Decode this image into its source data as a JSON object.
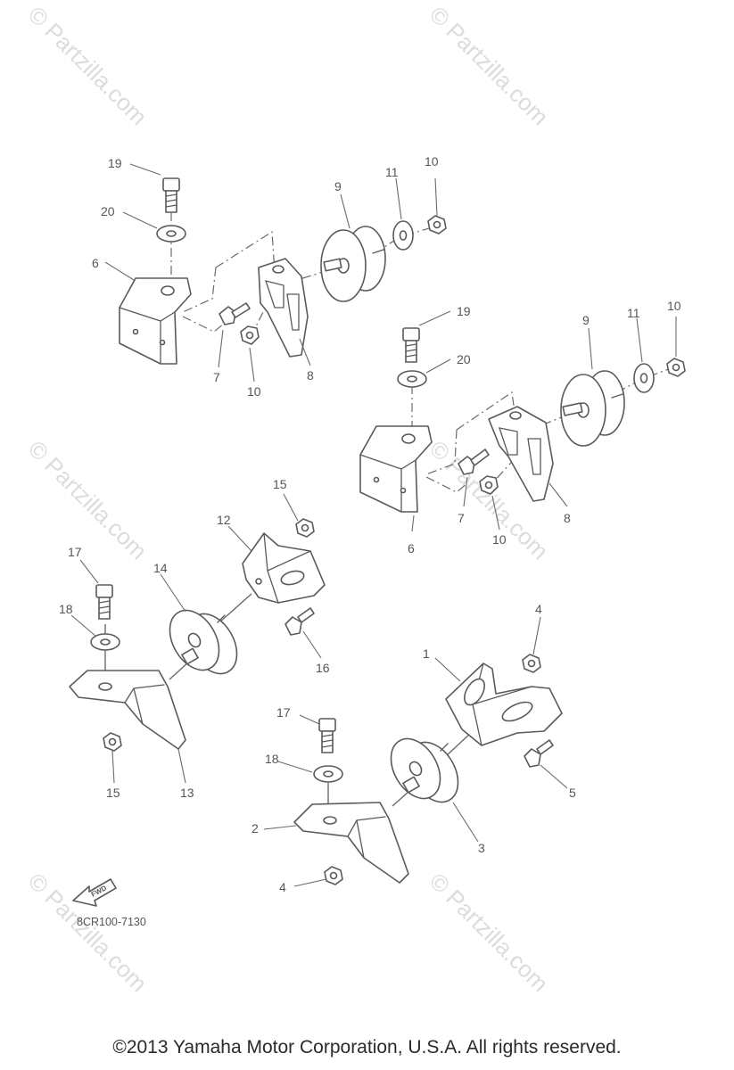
{
  "watermark": "© Partzilla.com",
  "diagram_code": "8CR100-7130",
  "fwd_label": "FWD",
  "copyright": "©2013  Yamaha Motor Corporation, U.S.A. All rights reserved.",
  "callouts": [
    "1",
    "2",
    "3",
    "4",
    "5",
    "6",
    "7",
    "8",
    "9",
    "10",
    "11",
    "12",
    "13",
    "14",
    "15",
    "16",
    "17",
    "18",
    "19",
    "20"
  ]
}
